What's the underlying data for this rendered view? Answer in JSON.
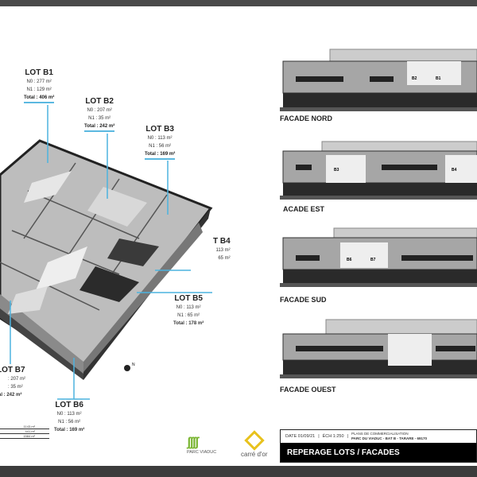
{
  "lots": [
    {
      "name": "LOT B1",
      "n0": "N0   : 277 m²",
      "n1": "N1   : 129 m²",
      "total": "Total : 406 m²"
    },
    {
      "name": "LOT B2",
      "n0": "N0   : 207 m²",
      "n1": "N1   :   35 m²",
      "total": "Total : 242 m²"
    },
    {
      "name": "LOT B3",
      "n0": "N0   : 113 m²",
      "n1": "N1   :   56 m²",
      "total": "Total : 169 m²"
    },
    {
      "name": "T B4",
      "n0": "113 m²",
      "n1": "65 m²"
    },
    {
      "name": "LOT B5",
      "n0": "N0   : 113 m²",
      "n1": "N1   :   65 m²",
      "total": "Total : 178 m²"
    },
    {
      "name": "LOT B6",
      "n0": "N0   : 113 m²",
      "n1": "N1   :   56 m²",
      "total": "Total : 169 m²"
    },
    {
      "name": "LOT B7",
      "n0": ": 207 m²",
      "n1": ":   35 m²",
      "total": "tal : 242 m²"
    }
  ],
  "summary": [
    "1143 m²",
    "441 m²",
    "1584 m²"
  ],
  "facades": [
    "FACADE NORD",
    "ACADE EST",
    "FACADE SUD",
    "FACADE OUEST"
  ],
  "facade_tags": {
    "nord": [
      "B2",
      "B1"
    ],
    "est": [
      "B3",
      "B4"
    ],
    "sud": [
      "B6",
      "B7"
    ]
  },
  "title_block": {
    "date": "DATE  01/09/21",
    "scale": "ÉCH  1:250",
    "line1": "PLANS DE COMMERCIALISATION",
    "line2": "PARC DU VIADUC - BAT B - TARARE - 69170",
    "title": "REPERAGE LOTS / FACADES"
  },
  "logos": {
    "parc": "PARC VIADUC",
    "carre": "carré d'or"
  },
  "compass": "N"
}
